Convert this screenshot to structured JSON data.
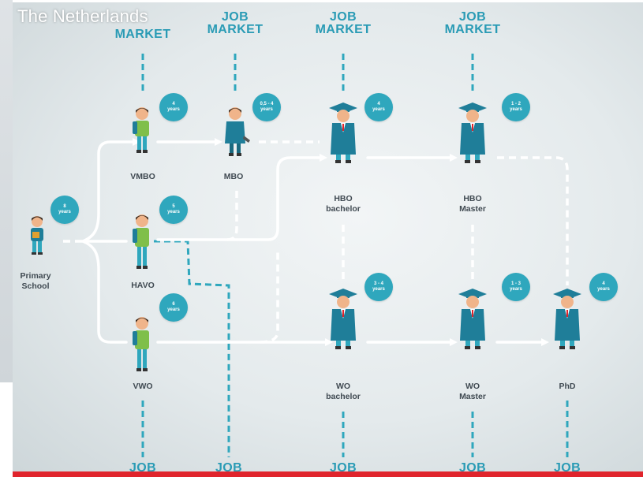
{
  "title": "The Netherlands",
  "job_market": {
    "line1": "JOB",
    "line2": "MARKET"
  },
  "bottom_job_label": "JOB",
  "stages": {
    "primary": {
      "label": "Primary\nSchool",
      "duration": "8",
      "unit": "years"
    },
    "vmbo": {
      "label": "VMBO",
      "duration": "4",
      "unit": "years"
    },
    "mbo": {
      "label": "MBO",
      "duration": "0,5 - 4",
      "unit": "years"
    },
    "havo": {
      "label": "HAVO",
      "duration": "5",
      "unit": "years"
    },
    "vwo": {
      "label": "VWO",
      "duration": "6",
      "unit": "years"
    },
    "hbo_bachelor": {
      "label": "HBO\nbachelor",
      "duration": "4",
      "unit": "years"
    },
    "hbo_master": {
      "label": "HBO\nMaster",
      "duration": "1 - 2",
      "unit": "years"
    },
    "wo_bachelor": {
      "label": "WO\nbachelor",
      "duration": "3 - 4",
      "unit": "years"
    },
    "wo_master": {
      "label": "WO\nMaster",
      "duration": "1 - 3",
      "unit": "years"
    },
    "phd": {
      "label": "PhD",
      "duration": "4",
      "unit": "years"
    }
  },
  "colors": {
    "accent": "#2fa7bd",
    "text": "#404a52",
    "path": "#ffffff",
    "gown": "#1f7e99",
    "brand_red": "#e0242c"
  },
  "icons": {
    "student": "student-with-backpack-icon",
    "worker": "worker-with-wrench-icon",
    "graduate": "graduate-with-cap-icon"
  }
}
